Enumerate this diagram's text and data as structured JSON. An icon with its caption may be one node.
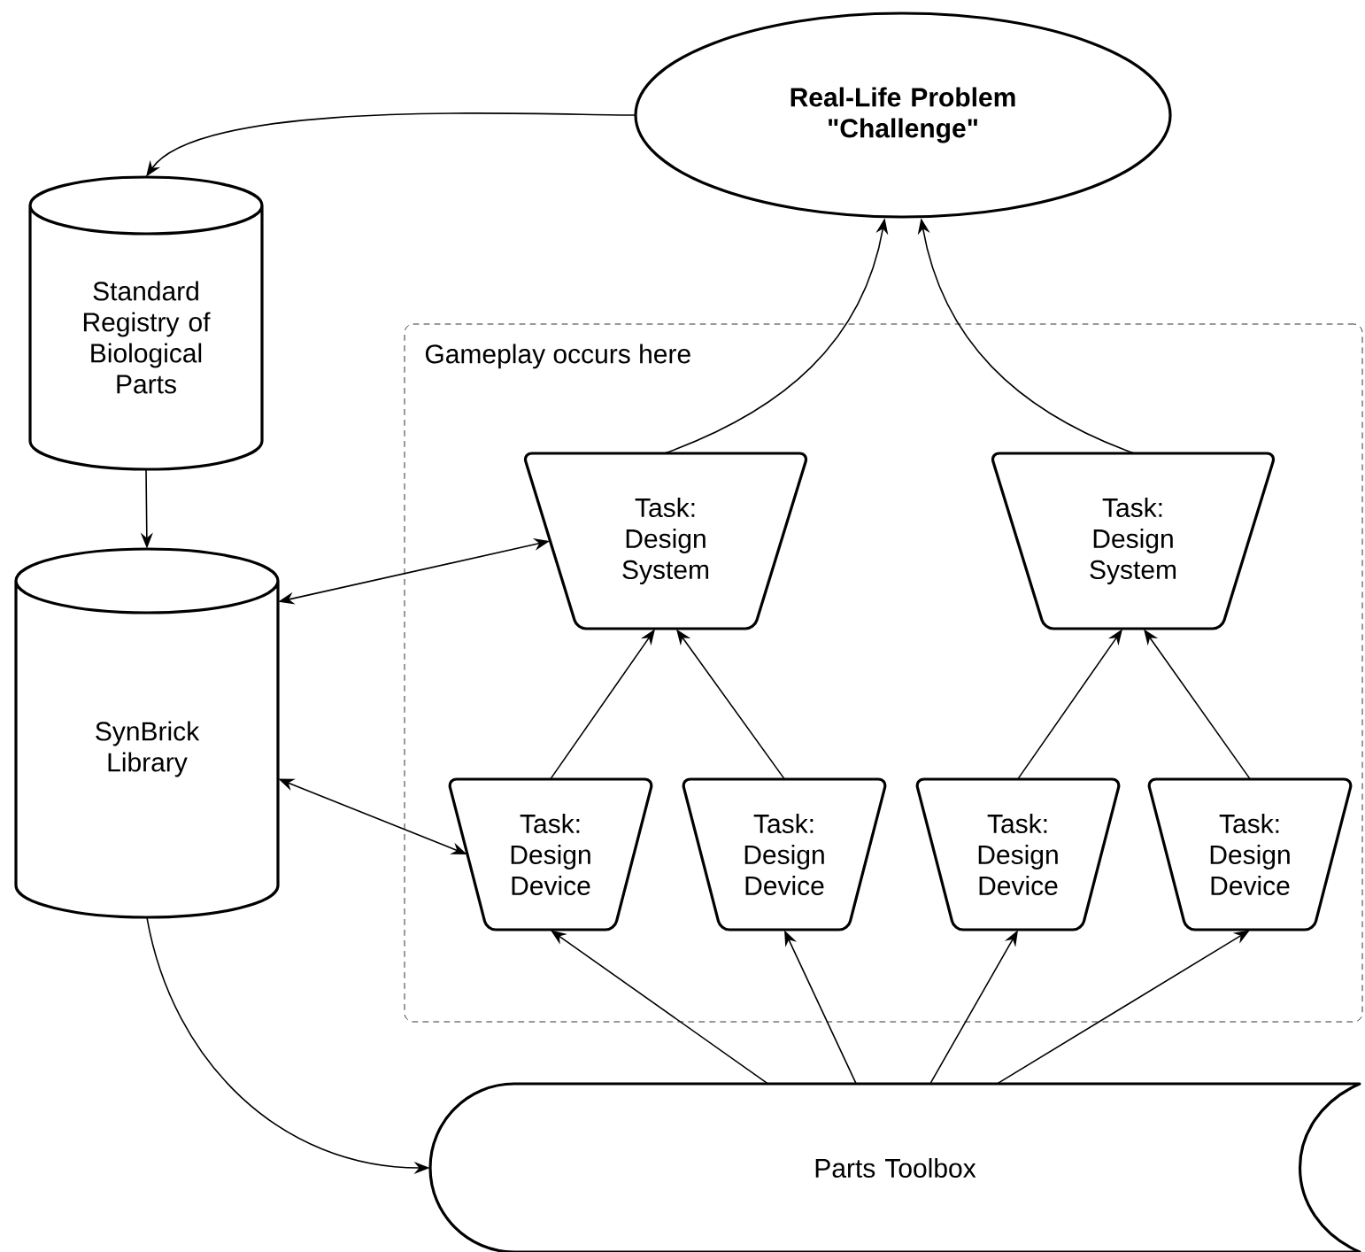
{
  "diagram": {
    "nodes": [
      {
        "text": [
          "Real-Life Problem \"Challenge\""
        ]
      },
      {
        "text": [
          "Standard Registry of Biological Parts"
        ]
      },
      {
        "text": [
          "SynBrick Library"
        ]
      },
      {
        "text": [
          "Gameplay occurs here"
        ]
      },
      {
        "text": [
          "Task: Design System"
        ],
        "in": 3
      },
      {
        "text": [
          "Task: Design System"
        ],
        "in": 3
      },
      {
        "text": [
          "Task: Design Device"
        ],
        "in": 3
      },
      {
        "text": [
          "Task: Design Device"
        ],
        "in": 3
      },
      {
        "text": [
          "Task: Design Device"
        ],
        "in": 3
      },
      {
        "text": [
          "Task: Design Device"
        ],
        "in": 3
      },
      {
        "text": [
          "Parts Toolbox"
        ]
      }
    ],
    "edges": [
      {
        "from": 0,
        "to": 1,
        "arrow": "to"
      },
      {
        "from": 1,
        "to": 2,
        "arrow": "to"
      },
      {
        "from": 2,
        "to": 4,
        "arrow": "both"
      },
      {
        "from": 2,
        "to": 6,
        "arrow": "both"
      },
      {
        "from": 4,
        "to": 0,
        "arrow": "to"
      },
      {
        "from": 5,
        "to": 0,
        "arrow": "to"
      },
      {
        "from": 6,
        "to": 4,
        "arrow": "to"
      },
      {
        "from": 7,
        "to": 4,
        "arrow": "to"
      },
      {
        "from": 8,
        "to": 5,
        "arrow": "to"
      },
      {
        "from": 9,
        "to": 5,
        "arrow": "to"
      },
      {
        "from": 10,
        "to": 6,
        "arrow": "to"
      },
      {
        "from": 10,
        "to": 7,
        "arrow": "to"
      },
      {
        "from": 10,
        "to": 8,
        "arrow": "to"
      },
      {
        "from": 10,
        "to": 9,
        "arrow": "to"
      },
      {
        "from": 2,
        "to": 10,
        "arrow": "to"
      }
    ]
  }
}
